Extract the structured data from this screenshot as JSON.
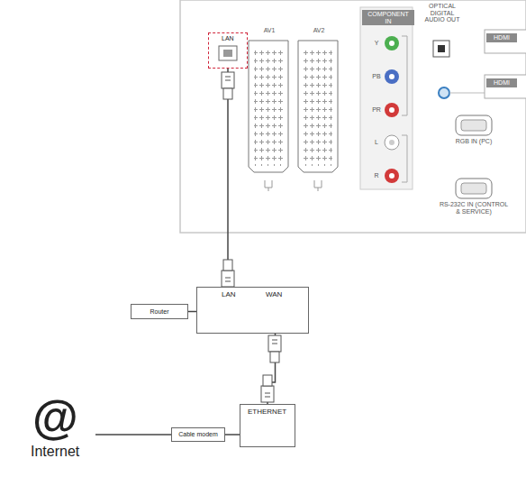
{
  "diagram": {
    "nodes": [
      {
        "text": [
          "LAN"
        ]
      },
      {
        "text": [
          "LAN",
          "WAN"
        ]
      },
      {
        "text": [
          "Router"
        ]
      },
      {
        "text": [
          "ETHERNET"
        ]
      },
      {
        "text": [
          "Cable modem"
        ]
      },
      {
        "text": [
          "@",
          "Internet"
        ]
      }
    ],
    "edges": [
      {
        "from": 0,
        "to": 1,
        "arrow": "none"
      },
      {
        "from": 1,
        "to": 3,
        "arrow": "none"
      },
      {
        "from": 2,
        "to": 1,
        "arrow": "none"
      },
      {
        "from": 4,
        "to": 3,
        "arrow": "none"
      },
      {
        "from": 5,
        "to": 4,
        "arrow": "none"
      }
    ],
    "labels": [
      "AV1",
      "AV2",
      "COMPONENT IN",
      "OPTICAL DIGITAL AUDIO OUT",
      "HDMI",
      "HDMI",
      "Y",
      "PB",
      "PR",
      "L",
      "R",
      "RGB IN (PC)",
      "RS-232C IN (CONTROL & SERVICE)"
    ]
  }
}
